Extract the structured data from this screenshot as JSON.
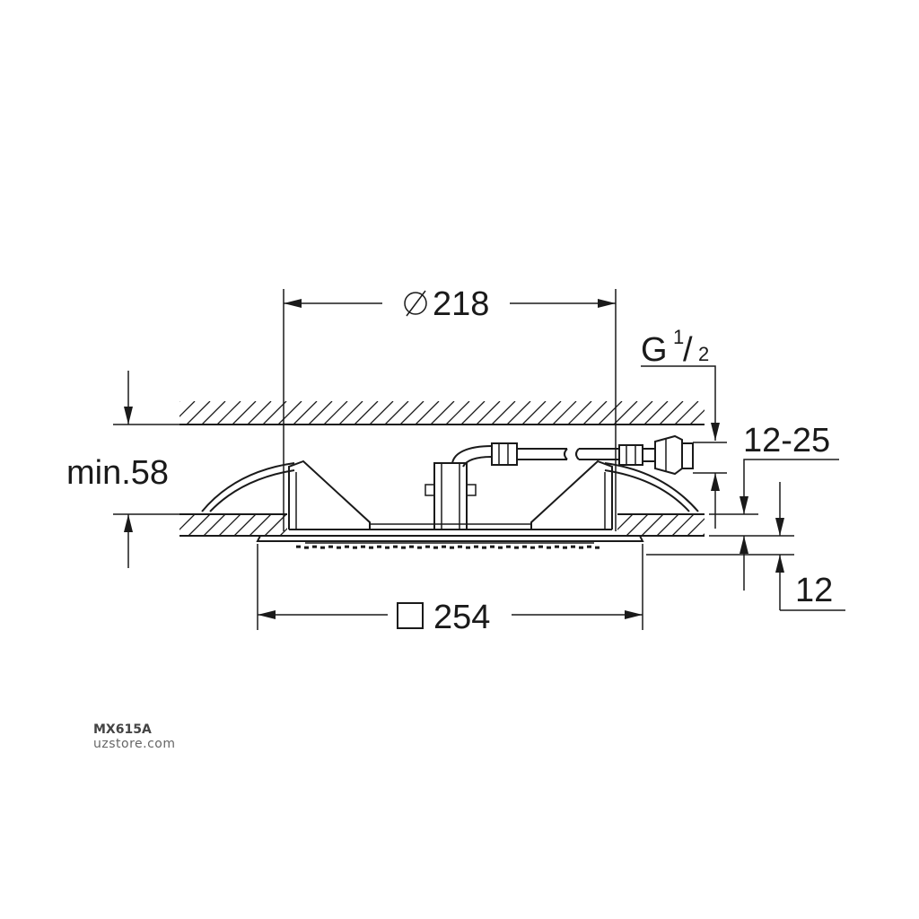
{
  "dimensions": {
    "diameter_label": "Ø 218",
    "square_label": "254",
    "min_depth_label": "min.58",
    "thread_label_base": "G",
    "thread_label_num": "1",
    "thread_label_den": "2",
    "range_label": "12-25",
    "thickness_label": "12"
  },
  "footer": {
    "model": "MX615A",
    "site": "uzstore.com"
  },
  "colors": {
    "line": "#1a1a1a",
    "background": "#ffffff",
    "caption": "#555555"
  }
}
